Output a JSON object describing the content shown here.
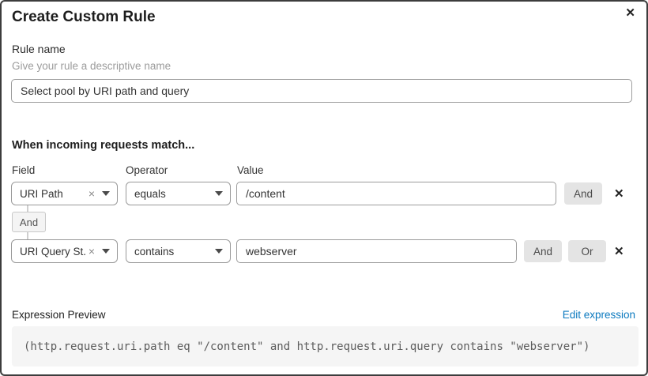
{
  "dialog": {
    "title": "Create Custom Rule"
  },
  "icons": {
    "close": "✕",
    "delete": "✕",
    "clear": "×"
  },
  "rule_name": {
    "label": "Rule name",
    "helper": "Give your rule a descriptive name",
    "value": "Select pool by URI path and query"
  },
  "matcher": {
    "heading": "When incoming requests match...",
    "columns": {
      "field": "Field",
      "operator": "Operator",
      "value": "Value"
    },
    "rows": [
      {
        "field": "URI Path",
        "operator": "equals",
        "value": "/content",
        "buttons": [
          "And"
        ]
      },
      {
        "field": "URI Query St...",
        "operator": "contains",
        "value": "webserver",
        "buttons": [
          "And",
          "Or"
        ]
      }
    ],
    "connector": "And"
  },
  "expression": {
    "label": "Expression Preview",
    "edit_link": "Edit expression",
    "code": "(http.request.uri.path eq \"/content\" and http.request.uri.query contains \"webserver\")"
  },
  "colors": {
    "link": "#0b79bf",
    "chip_button_bg": "#e4e4e4",
    "code_bg": "#f5f5f5",
    "dialog_border": "#3d3d3d"
  }
}
